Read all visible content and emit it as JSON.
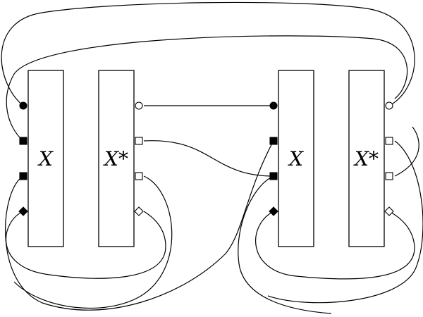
{
  "boxes": [
    {
      "id": "x-left",
      "label": "X"
    },
    {
      "id": "xstar-left",
      "label": "X*"
    },
    {
      "id": "x-right",
      "label": "X"
    },
    {
      "id": "xstar-right",
      "label": "X*"
    }
  ],
  "terminal_shapes": [
    "circle",
    "square",
    "square",
    "diamond"
  ],
  "colors": {
    "stroke": "#000000",
    "fill": "#ffffff"
  }
}
